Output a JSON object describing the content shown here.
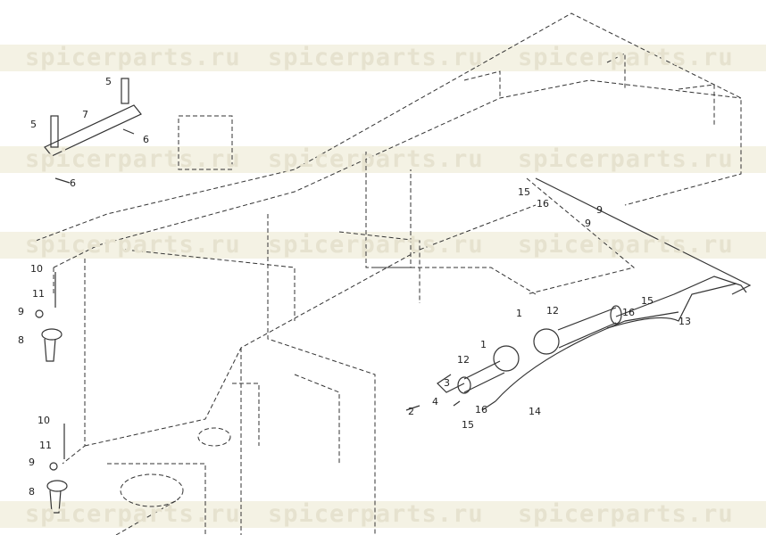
{
  "watermark": "spicerparts.ru",
  "callouts": [
    "5",
    "5",
    "7",
    "6",
    "6",
    "10",
    "11",
    "9",
    "8",
    "10",
    "11",
    "9",
    "8",
    "15",
    "16",
    "9",
    "9",
    "1",
    "12",
    "15",
    "16",
    "13",
    "1",
    "12",
    "3",
    "4",
    "2",
    "16",
    "15",
    "14"
  ],
  "colors": {
    "line": "#333333",
    "band": "#f4f2e4",
    "watermark": "#e6e2cf"
  }
}
